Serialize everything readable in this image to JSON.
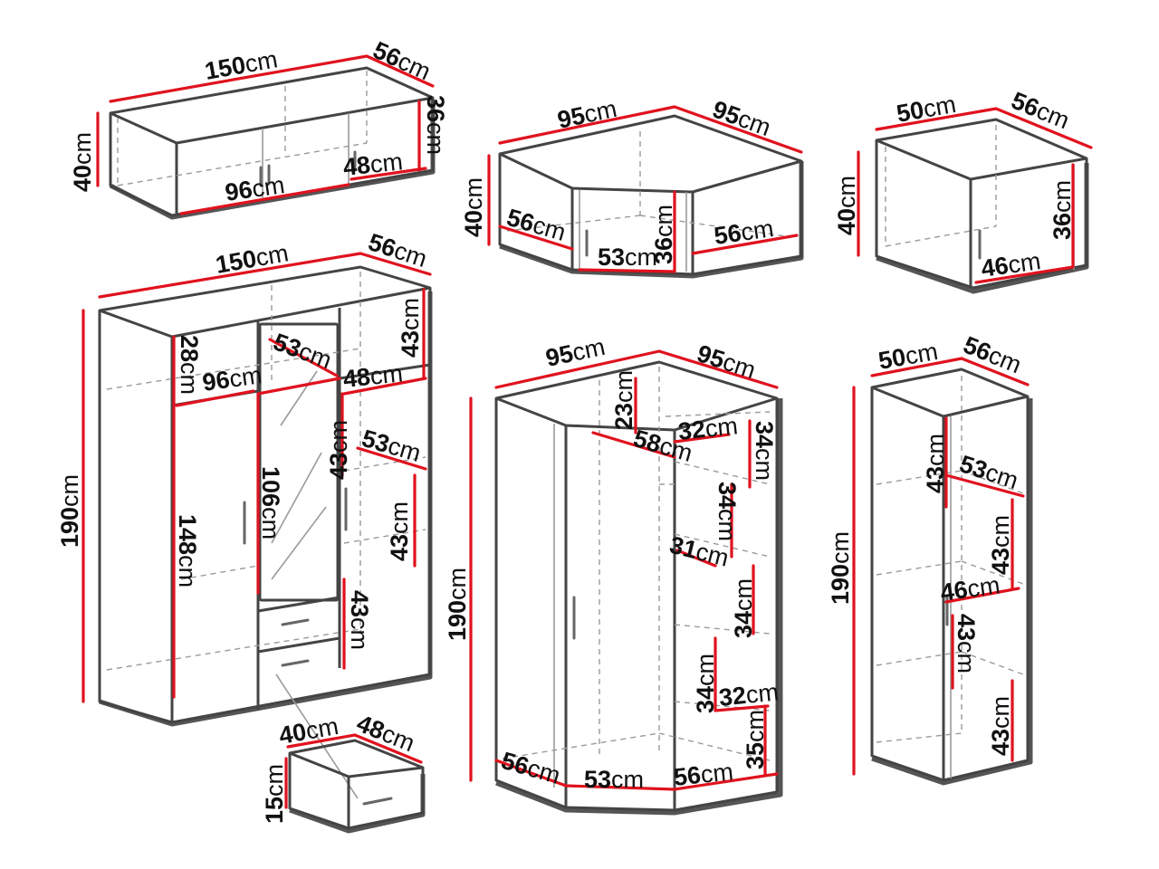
{
  "unit": "cm",
  "colors": {
    "dimension_line": "#e0121e",
    "outline": "#444444",
    "hidden_line": "#9a9a9a"
  },
  "modules": {
    "top_box_150": {
      "width": "150",
      "depth": "56",
      "height": "40",
      "inner_height": "36",
      "door_width_left": "96",
      "door_width_right": "48"
    },
    "top_box_corner": {
      "width_a": "95",
      "width_b": "95",
      "height": "40",
      "depth_left": "56",
      "front": "53",
      "inner_height": "36",
      "depth_right": "56"
    },
    "top_box_50": {
      "width": "50",
      "depth": "56",
      "height": "40",
      "inner_height": "36",
      "door_width": "46"
    },
    "wardrobe_150": {
      "width": "150",
      "depth": "56",
      "height": "190",
      "top_height_left": "28",
      "top_height_right": "43",
      "shelf_depth_53a": "53",
      "door_96": "96",
      "door_48": "48",
      "shelf_depth_53b": "53",
      "inner_43a": "43",
      "inner_43b": "43",
      "inner_43c": "43",
      "inner_148": "148",
      "mirror_106": "106"
    },
    "drawer": {
      "width": "40",
      "depth": "48",
      "height": "15"
    },
    "corner_wardrobe": {
      "width_a": "95",
      "width_b": "95",
      "height": "190",
      "top_23": "23",
      "shelf_32a": "32",
      "shelf_58": "58",
      "side_34a": "34",
      "side_34b": "34",
      "shelf_31": "31",
      "side_34c": "34",
      "side_34d": "34",
      "shelf_32b": "32",
      "side_35": "35",
      "base_56a": "56",
      "base_53": "53",
      "base_56b": "56"
    },
    "shelf_50": {
      "width": "50",
      "depth": "56",
      "height": "190",
      "inner_43a": "43",
      "shelf_53": "53",
      "inner_43b": "43",
      "shelf_46": "46",
      "inner_43c": "43",
      "inner_43d": "43"
    }
  }
}
